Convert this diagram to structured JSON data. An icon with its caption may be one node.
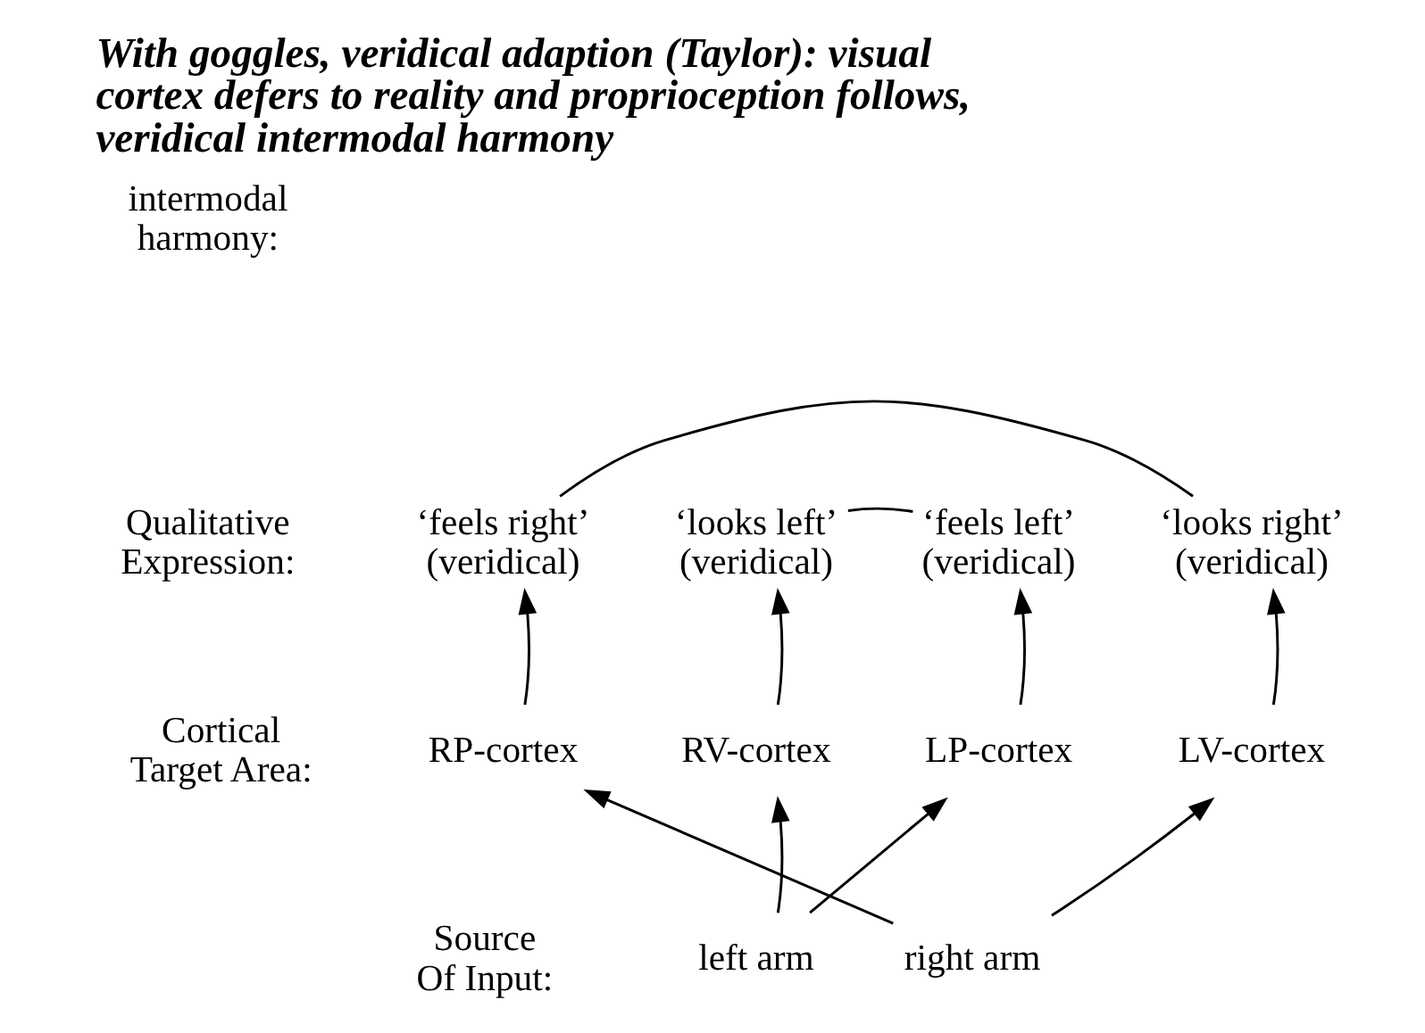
{
  "diagram": {
    "title": "With goggles, veridical adaption (Taylor): visual cortex defers to reality and proprioception follows, veridical intermodal harmony",
    "nodes": [
      {
        "text": [
          "‘feels right’",
          "(veridical)"
        ]
      },
      {
        "text": [
          "‘looks left’",
          "(veridical)"
        ]
      },
      {
        "text": [
          "‘feels left’",
          "(veridical)"
        ]
      },
      {
        "text": [
          "‘looks right’",
          "(veridical)"
        ]
      },
      {
        "text": [
          "RP-cortex"
        ]
      },
      {
        "text": [
          "RV-cortex"
        ]
      },
      {
        "text": [
          "LP-cortex"
        ]
      },
      {
        "text": [
          "LV-cortex"
        ]
      },
      {
        "text": [
          "left arm"
        ]
      },
      {
        "text": [
          "right arm"
        ]
      }
    ],
    "edges": [
      {
        "from": 0,
        "to": 3,
        "arrow": "none"
      },
      {
        "from": 1,
        "to": 2,
        "arrow": "none"
      },
      {
        "from": 4,
        "to": 0,
        "arrow": "to"
      },
      {
        "from": 5,
        "to": 1,
        "arrow": "to"
      },
      {
        "from": 6,
        "to": 2,
        "arrow": "to"
      },
      {
        "from": 7,
        "to": 3,
        "arrow": "to"
      },
      {
        "from": 9,
        "to": 4,
        "arrow": "to"
      },
      {
        "from": 8,
        "to": 5,
        "arrow": "to"
      },
      {
        "from": 8,
        "to": 6,
        "arrow": "to"
      },
      {
        "from": 9,
        "to": 7,
        "arrow": "to"
      }
    ],
    "labels": [
      "intermodal harmony:",
      "Qualitative Expression:",
      "Cortical Target Area:",
      "Source Of Input:"
    ]
  }
}
